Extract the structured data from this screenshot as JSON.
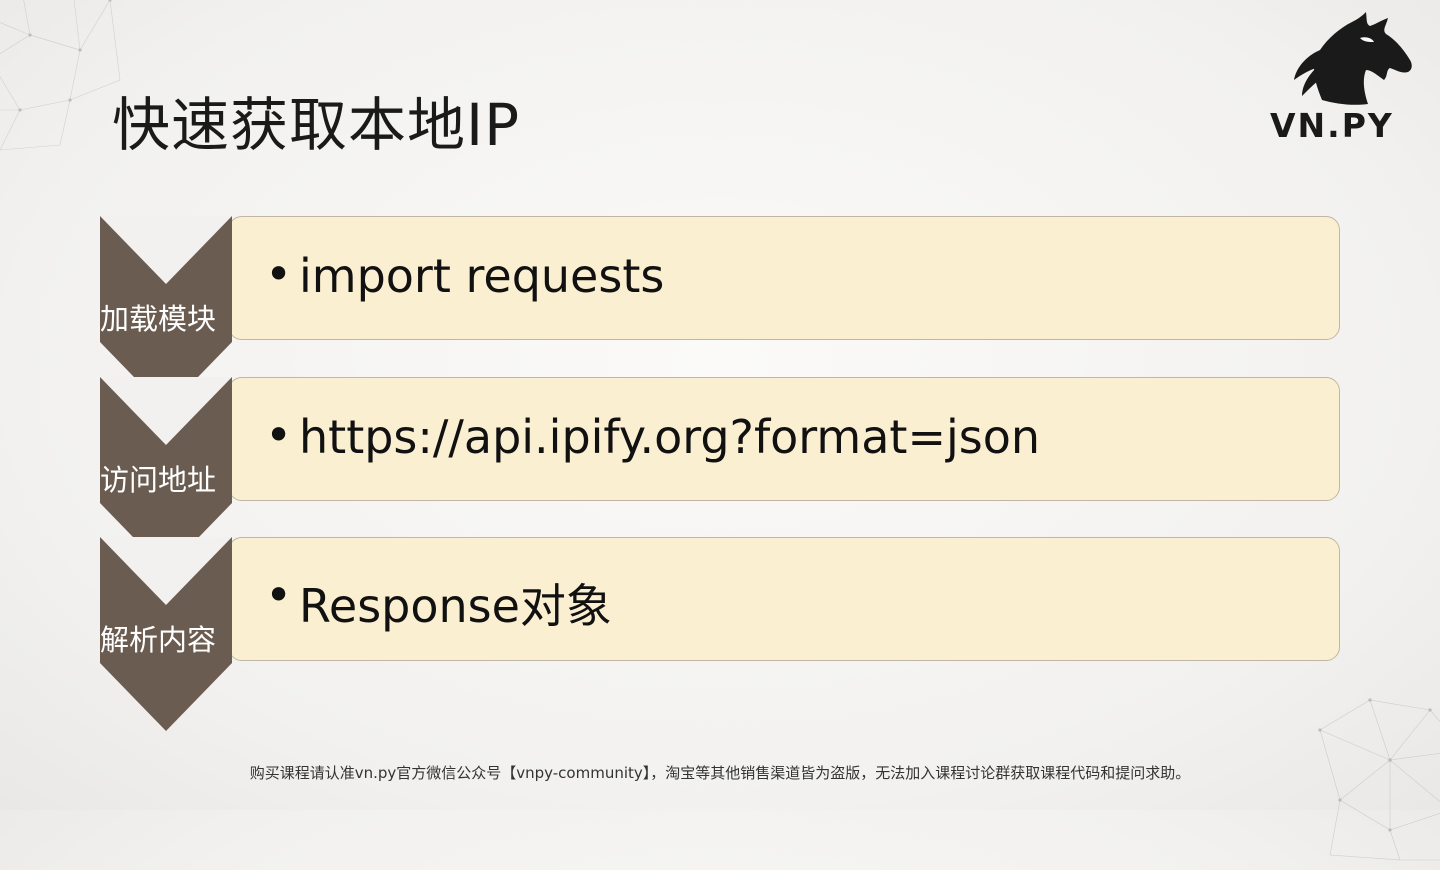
{
  "slide": {
    "title": "快速获取本地IP",
    "logo_text": "VN.PY",
    "footer": "购买课程请认准vn.py官方微信公众号【vnpy-community】，淘宝等其他销售渠道皆为盗版，无法加入课程讨论群获取课程代码和提问求助。"
  },
  "steps": [
    {
      "label": "加载模块",
      "content": "import requests"
    },
    {
      "label": "访问地址",
      "content": "https://api.ipify.org?format=json"
    },
    {
      "label": "解析内容",
      "content": "Response对象"
    }
  ],
  "colors": {
    "chevron": "#6b5c51",
    "box_fill": "#fbefd2",
    "box_border": "#c0b6a4"
  },
  "icons": {
    "logo": "horse-head-icon",
    "bullet": "bullet-dot"
  }
}
